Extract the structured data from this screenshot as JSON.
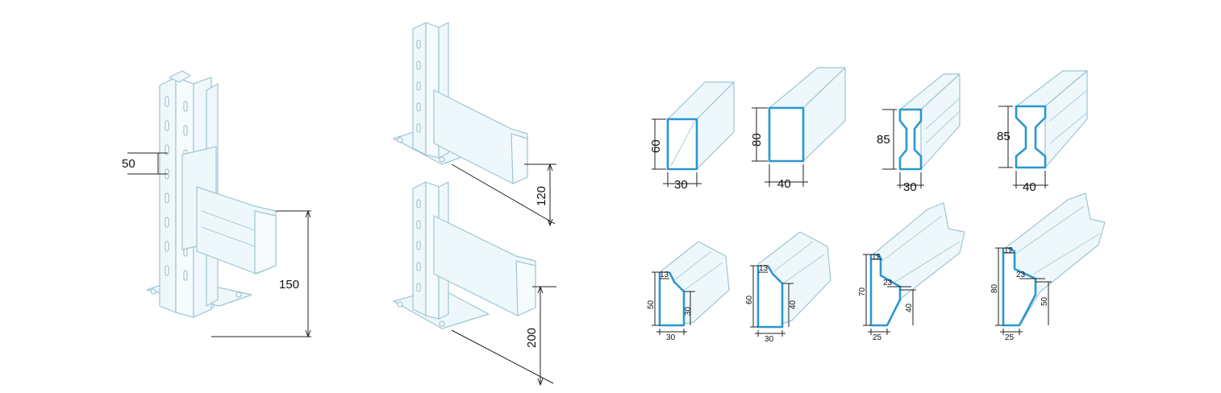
{
  "figures": {
    "upright_150": {
      "pitch": "50",
      "beam_height": "150"
    },
    "upright_pair": {
      "top_beam_height": "120",
      "bottom_beam_height": "200"
    },
    "box_60x30": {
      "height": "60",
      "width": "30"
    },
    "box_80x40": {
      "height": "80",
      "width": "40"
    },
    "step_85x30": {
      "height": "85",
      "width": "30"
    },
    "step_85x40": {
      "height": "85",
      "width": "40"
    },
    "open_50": {
      "lip": "13",
      "height": "50",
      "inner": "30",
      "width": "30"
    },
    "open_60": {
      "lip": "13",
      "height": "60",
      "inner": "40",
      "width": "30"
    },
    "z_70": {
      "lip": "12",
      "step": "23",
      "height": "70",
      "inner": "40",
      "width": "25"
    },
    "z_80": {
      "lip": "12",
      "step": "23",
      "height": "80",
      "inner": "50",
      "width": "25"
    }
  }
}
